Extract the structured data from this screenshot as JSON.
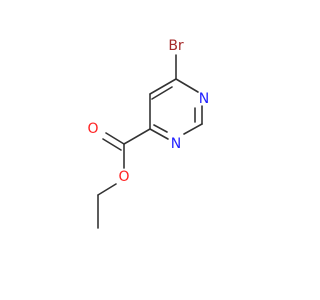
{
  "molecule": {
    "atoms": [
      {
        "id": "br",
        "symbol": "Br",
        "color": "#a52a2a"
      },
      {
        "id": "n1",
        "symbol": "N",
        "color": "#2222ff"
      },
      {
        "id": "n3",
        "symbol": "N",
        "color": "#2222ff"
      },
      {
        "id": "o_carbonyl",
        "symbol": "O",
        "color": "#ff2222"
      },
      {
        "id": "o_ester",
        "symbol": "O",
        "color": "#ff2222"
      }
    ],
    "bond_color": "#333333"
  }
}
